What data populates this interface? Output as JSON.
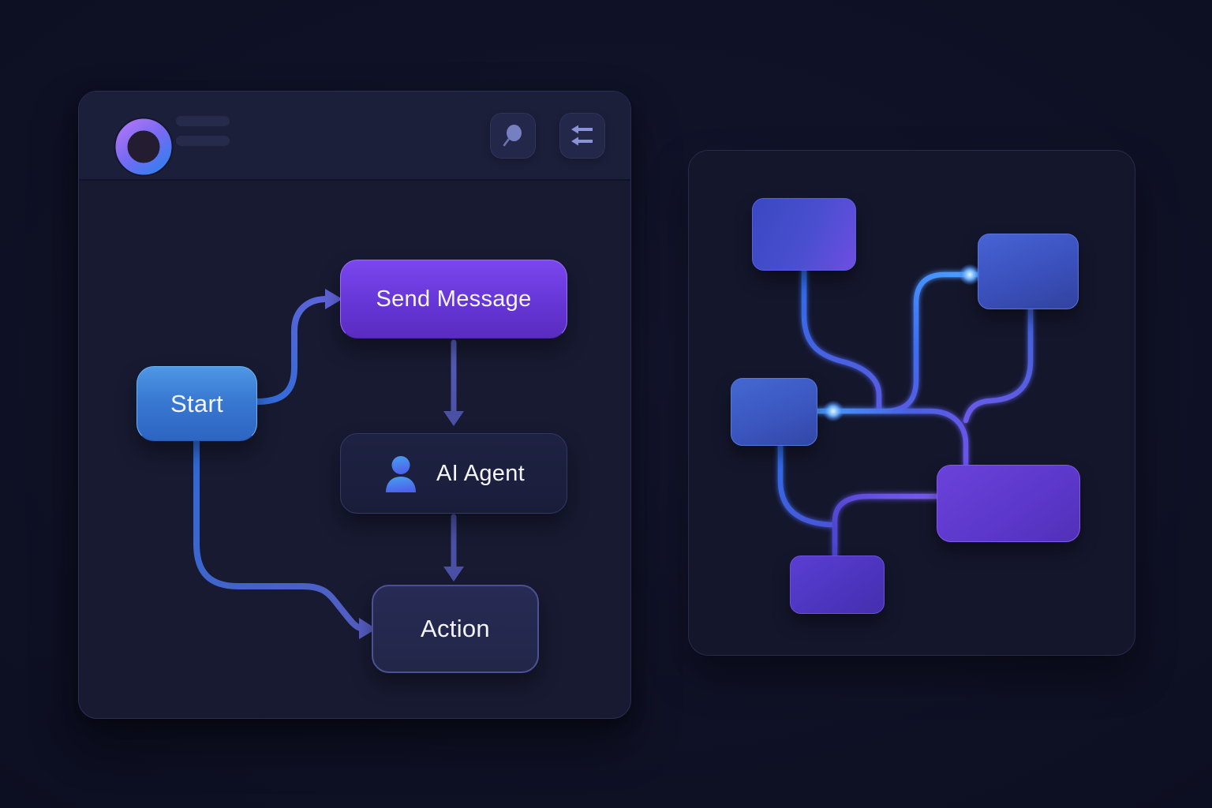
{
  "app": {
    "theme": "dark",
    "background_color": "#0f1126",
    "accent_blue": "#3b7ae0",
    "accent_purple": "#6c3ce0",
    "accent_indigo": "#4a52aa"
  },
  "window": {
    "header": {
      "logo_icon": "ring-logo",
      "menu_line_count": 2,
      "buttons": [
        {
          "name": "search",
          "icon": "search-icon"
        },
        {
          "name": "swap",
          "icon": "swap-arrows-icon"
        }
      ]
    },
    "flow": {
      "nodes": [
        {
          "id": "start",
          "label": "Start",
          "style": "blue",
          "color": "#3879d2"
        },
        {
          "id": "send-message",
          "label": "Send Message",
          "style": "purple",
          "color": "#6636d6"
        },
        {
          "id": "ai-agent",
          "label": "AI Agent",
          "style": "dark",
          "icon": "user-icon",
          "color": "#1a1d3a"
        },
        {
          "id": "action",
          "label": "Action",
          "style": "dark-outline",
          "color": "#222648"
        }
      ],
      "edges": [
        {
          "from": "start",
          "to": "send-message",
          "arrow": true
        },
        {
          "from": "send-message",
          "to": "ai-agent",
          "arrow": true
        },
        {
          "from": "ai-agent",
          "to": "action",
          "arrow": true
        },
        {
          "from": "start",
          "to": "action",
          "arrow": true
        }
      ]
    }
  },
  "minimap": {
    "description": "decorative node graph, no labels",
    "nodes": [
      {
        "id": "map-node-top-left",
        "color": "#4a4fd0"
      },
      {
        "id": "map-node-top-right",
        "color": "#3a50bc"
      },
      {
        "id": "map-node-mid-left",
        "color": "#3a55be"
      },
      {
        "id": "map-node-right",
        "color": "#5d38cc"
      },
      {
        "id": "map-node-bottom",
        "color": "#4c34be"
      }
    ],
    "edges": [
      {
        "from": "map-node-top-left",
        "to": "center-junction"
      },
      {
        "from": "map-node-top-right",
        "to": "center-junction",
        "glow": true
      },
      {
        "from": "map-node-mid-left",
        "to": "map-node-right",
        "glow": true
      },
      {
        "from": "map-node-top-right",
        "to": "map-node-right"
      },
      {
        "from": "map-node-mid-left",
        "to": "map-node-bottom"
      },
      {
        "from": "map-node-bottom",
        "to": "map-node-right"
      }
    ]
  }
}
